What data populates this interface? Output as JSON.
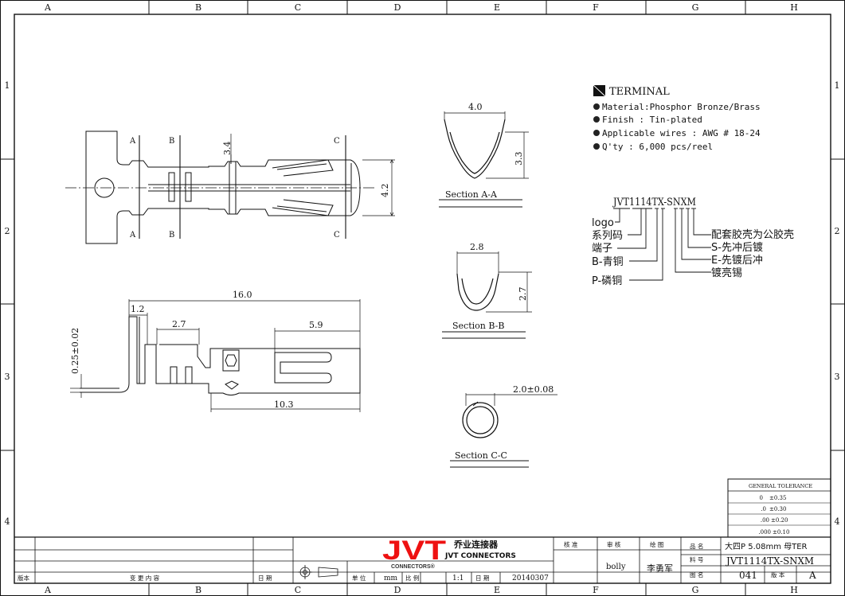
{
  "border": {
    "columns": [
      "A",
      "B",
      "C",
      "D",
      "E",
      "F",
      "G",
      "H"
    ],
    "rows": [
      "1",
      "2",
      "3",
      "4"
    ]
  },
  "main_view": {
    "section_marks": {
      "a": "A",
      "b": "B",
      "c": "C"
    },
    "dims": {
      "height_3_4": "3.4",
      "height_4_2": "4.2"
    }
  },
  "side_view": {
    "dims": {
      "total": "16.0",
      "d1_2": "1.2",
      "d2_7": "2.7",
      "d5_9": "5.9",
      "d10_3": "10.3",
      "thickness": "0.25±0.02"
    }
  },
  "sections": {
    "aa": {
      "label": "Section A-A",
      "width": "4.0",
      "height": "3.3"
    },
    "bb": {
      "label": "Section B-B",
      "width": "2.8",
      "height": "2.7"
    },
    "cc": {
      "label": "Section C-C",
      "diameter": "2.0±0.08"
    }
  },
  "spec": {
    "title": "TERMINAL",
    "items": [
      "Material:Phosphor Bronze/Brass",
      "Finish : Tin-plated",
      "Applicable wires : AWG # 18-24",
      "Q'ty : 6,000 pcs/reel"
    ]
  },
  "part_code": {
    "code": "JVT1114TX-SNXM",
    "legend": {
      "logo": "logo",
      "series": "系列码",
      "terminal": "端子",
      "b": "B-青铜",
      "p": "P-磷铜",
      "shell": "配套胶壳为公胶壳",
      "s": "S-先冲后镀",
      "e": "E-先镀后冲",
      "plating": "镀亮锡"
    }
  },
  "tolerance": {
    "title": "GENERAL TOLERANCE",
    "rows": [
      {
        "k": "0",
        "v": "±0.35"
      },
      {
        "k": ".0",
        "v": "±0.30"
      },
      {
        "k": ".00",
        "v": "±0.20"
      },
      {
        "k": ".000",
        "v": "±0.10"
      }
    ]
  },
  "title_block": {
    "company_cn": "乔业连接器",
    "company_en": "JVT CONNECTORS",
    "logo": "JVT",
    "logo_sub": "CONNECTORS®",
    "rev_mark": "版本",
    "change": "变 更 内 容",
    "date_h": "日 期",
    "unit_h": "单 位",
    "unit": "mm",
    "scale_h": "比 例",
    "scale": "1:1",
    "date2_h": "日 期",
    "date": "20140307",
    "approve_h": "核 准",
    "check_h": "审 核",
    "draw_h": "绘 图",
    "checker": "bolly",
    "drawer": "李勇军",
    "name_h": "品 名",
    "name": "大四P 5.08mm 母TER",
    "pn_h": "料 号",
    "pn": "JVT1114TX-SNXM",
    "dwg_h": "图 名",
    "dwg": "041",
    "ver_h": "版 本",
    "ver": "A"
  }
}
